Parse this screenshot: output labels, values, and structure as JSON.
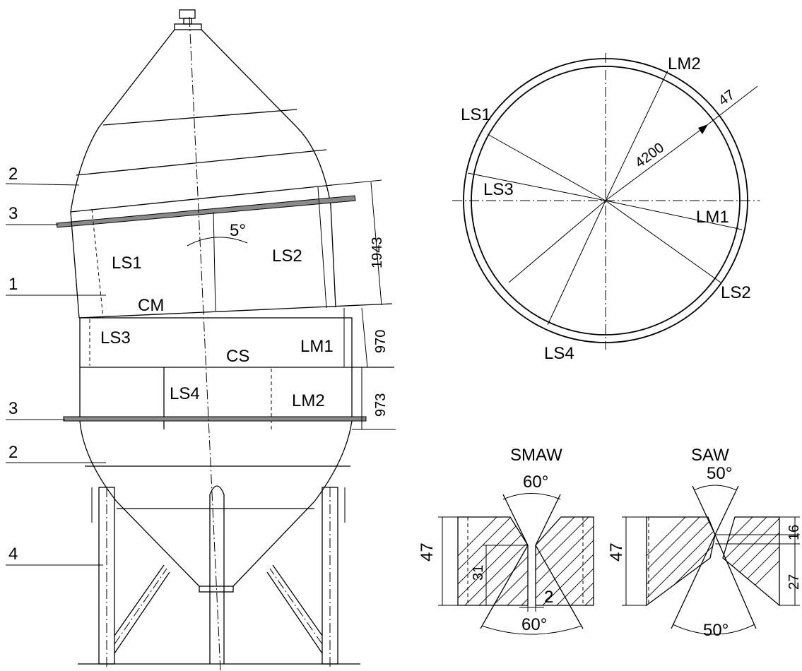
{
  "vessel": {
    "callouts": [
      "2",
      "3",
      "1",
      "3",
      "2",
      "4"
    ],
    "tilt_angle": "5°",
    "plates": [
      "LS1",
      "LS2",
      "CM",
      "LS3",
      "LM1",
      "CS",
      "LS4",
      "LM2"
    ],
    "dimensions": [
      "1943",
      "970",
      "973"
    ]
  },
  "section": {
    "labels": [
      "LM2",
      "LS1",
      "LS3",
      "LM1",
      "LS2",
      "LS4"
    ],
    "diameter": "4200",
    "thickness": "47"
  },
  "smaw": {
    "title": "SMAW",
    "top_angle": "60°",
    "bottom_angle": "60°",
    "plate_thickness": "47",
    "depth": "31",
    "root_gap": "2"
  },
  "saw": {
    "title": "SAW",
    "top_angle": "50°",
    "bottom_angle": "50°",
    "plate_thickness": "47",
    "upper_depth": "16",
    "lower_depth": "27"
  }
}
